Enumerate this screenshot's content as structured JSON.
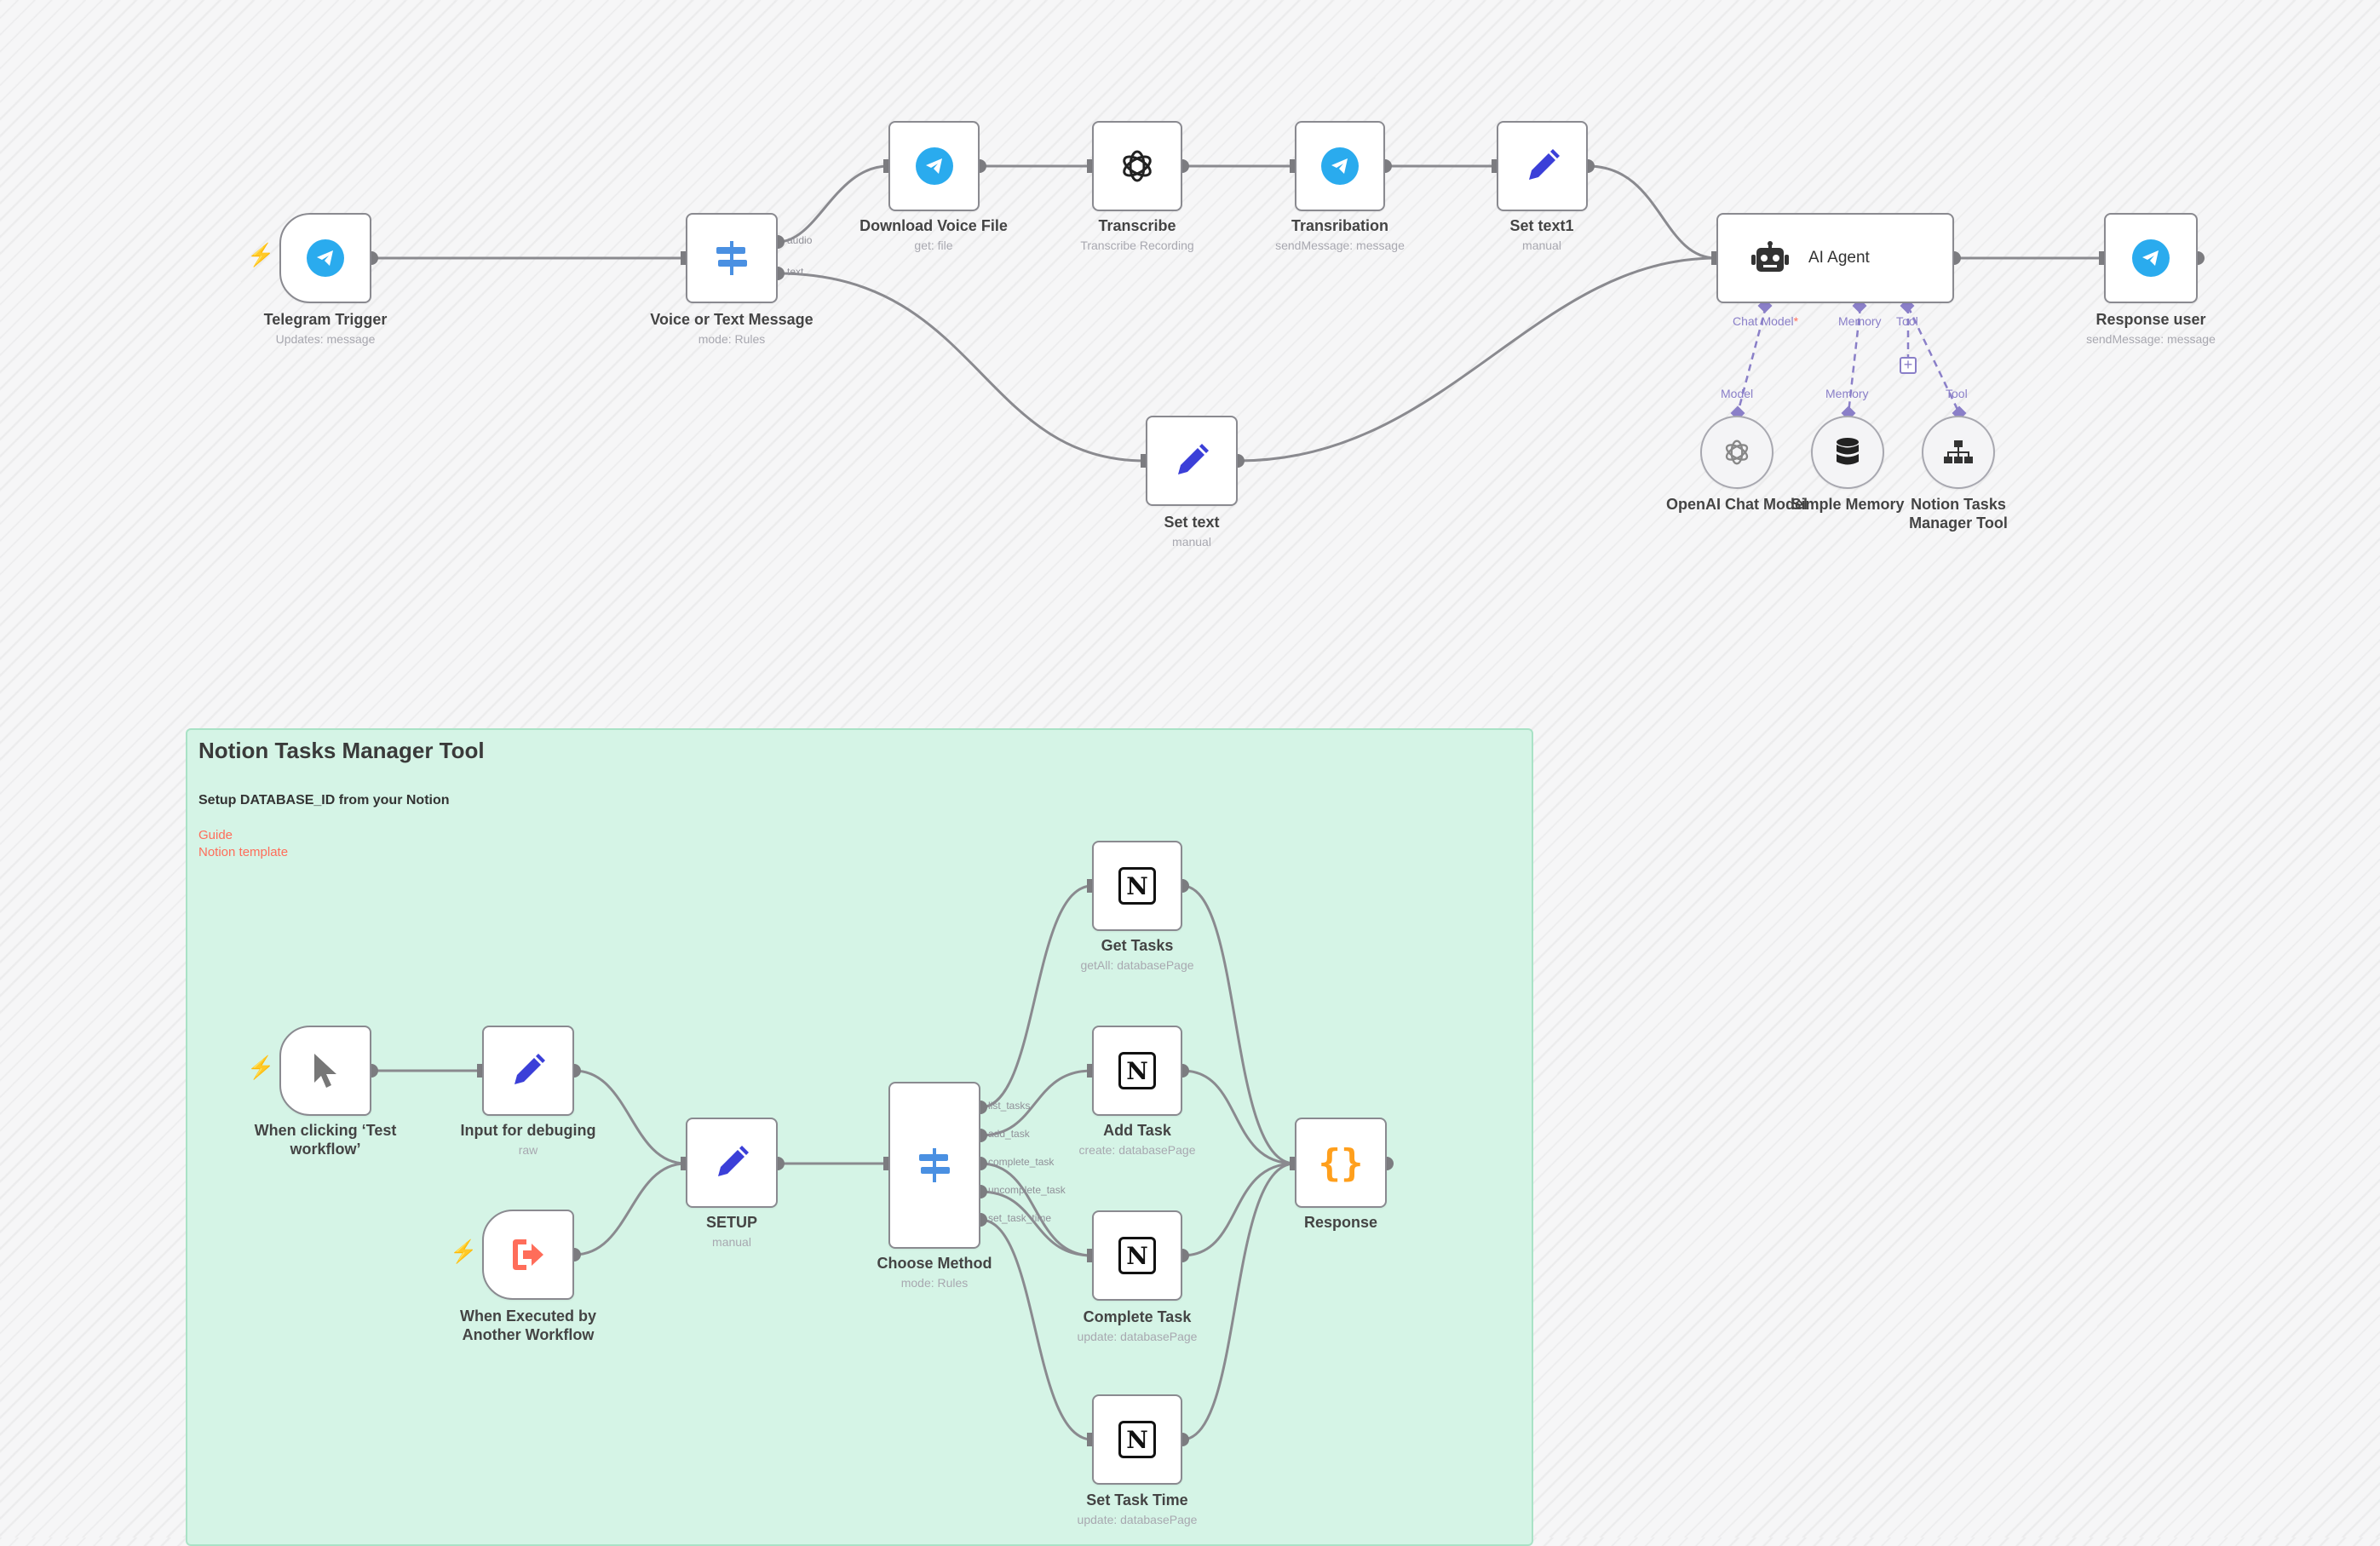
{
  "sticky": {
    "title": "Notion Tasks Manager Tool",
    "subtitle": "Setup DATABASE_ID from your Notion",
    "links": [
      "Guide",
      "Notion template"
    ]
  },
  "nodes": {
    "telegram_trigger": {
      "name": "Telegram Trigger",
      "sub": "Updates: message",
      "icon": "telegram-icon"
    },
    "voice_or_text": {
      "name": "Voice or Text Message",
      "sub": "mode: Rules",
      "icon": "switch-icon",
      "outputs": [
        "audio",
        "text"
      ]
    },
    "download_voice": {
      "name": "Download Voice File",
      "sub": "get: file",
      "icon": "telegram-icon"
    },
    "transcribe": {
      "name": "Transcribe",
      "sub": "Transcribe Recording",
      "icon": "openai-icon"
    },
    "transribation": {
      "name": "Transribation",
      "sub": "sendMessage: message",
      "icon": "telegram-icon"
    },
    "set_text1": {
      "name": "Set text1",
      "sub": "manual",
      "icon": "pencil-icon"
    },
    "set_text": {
      "name": "Set text",
      "sub": "manual",
      "icon": "pencil-icon"
    },
    "ai_agent": {
      "name": "AI Agent",
      "icon": "robot-icon",
      "ports": [
        "Chat Model",
        "Memory",
        "Tool"
      ],
      "required_mark": "*"
    },
    "response_user": {
      "name": "Response user",
      "sub": "sendMessage: message",
      "icon": "telegram-icon"
    },
    "openai_chat_model": {
      "name": "OpenAI Chat Model",
      "port": "Model",
      "icon": "openai-icon"
    },
    "simple_memory": {
      "name": "Simple Memory",
      "port": "Memory",
      "icon": "database-icon"
    },
    "notion_tasks_tool": {
      "name": "Notion Tasks Manager Tool",
      "port": "Tool",
      "icon": "sitemap-icon"
    },
    "manual_trigger": {
      "name": "When clicking ‘Test workflow’",
      "icon": "cursor-icon"
    },
    "input_debug": {
      "name": "Input for debuging",
      "sub": "raw",
      "icon": "pencil-icon"
    },
    "executed_by_workflow": {
      "name": "When Executed by Another Workflow",
      "icon": "sign-in-icon"
    },
    "setup": {
      "name": "SETUP",
      "sub": "manual",
      "icon": "pencil-icon"
    },
    "choose_method": {
      "name": "Choose Method",
      "sub": "mode: Rules",
      "icon": "switch-icon",
      "outputs": [
        "list_tasks",
        "add_task",
        "complete_task",
        "uncomplete_task",
        "set_task_time"
      ]
    },
    "get_tasks": {
      "name": "Get Tasks",
      "sub": "getAll: databasePage",
      "icon": "notion-icon"
    },
    "add_task": {
      "name": "Add Task",
      "sub": "create: databasePage",
      "icon": "notion-icon"
    },
    "complete_task": {
      "name": "Complete Task",
      "sub": "update: databasePage",
      "icon": "notion-icon"
    },
    "set_task_time": {
      "name": "Set Task Time",
      "sub": "update: databasePage",
      "icon": "notion-icon"
    },
    "response": {
      "name": "Response",
      "icon": "json-braces-icon"
    }
  },
  "colors": {
    "canvas": "#f6f6f7",
    "sticky_bg": "#d5f4e6",
    "trigger_bolt": "#ff6d5a",
    "telegram": "#2aabee",
    "pencil": "#3b3fd8",
    "switch": "#4a90e2",
    "json": "#ff9f1c",
    "sub_connection": "#8a7fc8"
  }
}
